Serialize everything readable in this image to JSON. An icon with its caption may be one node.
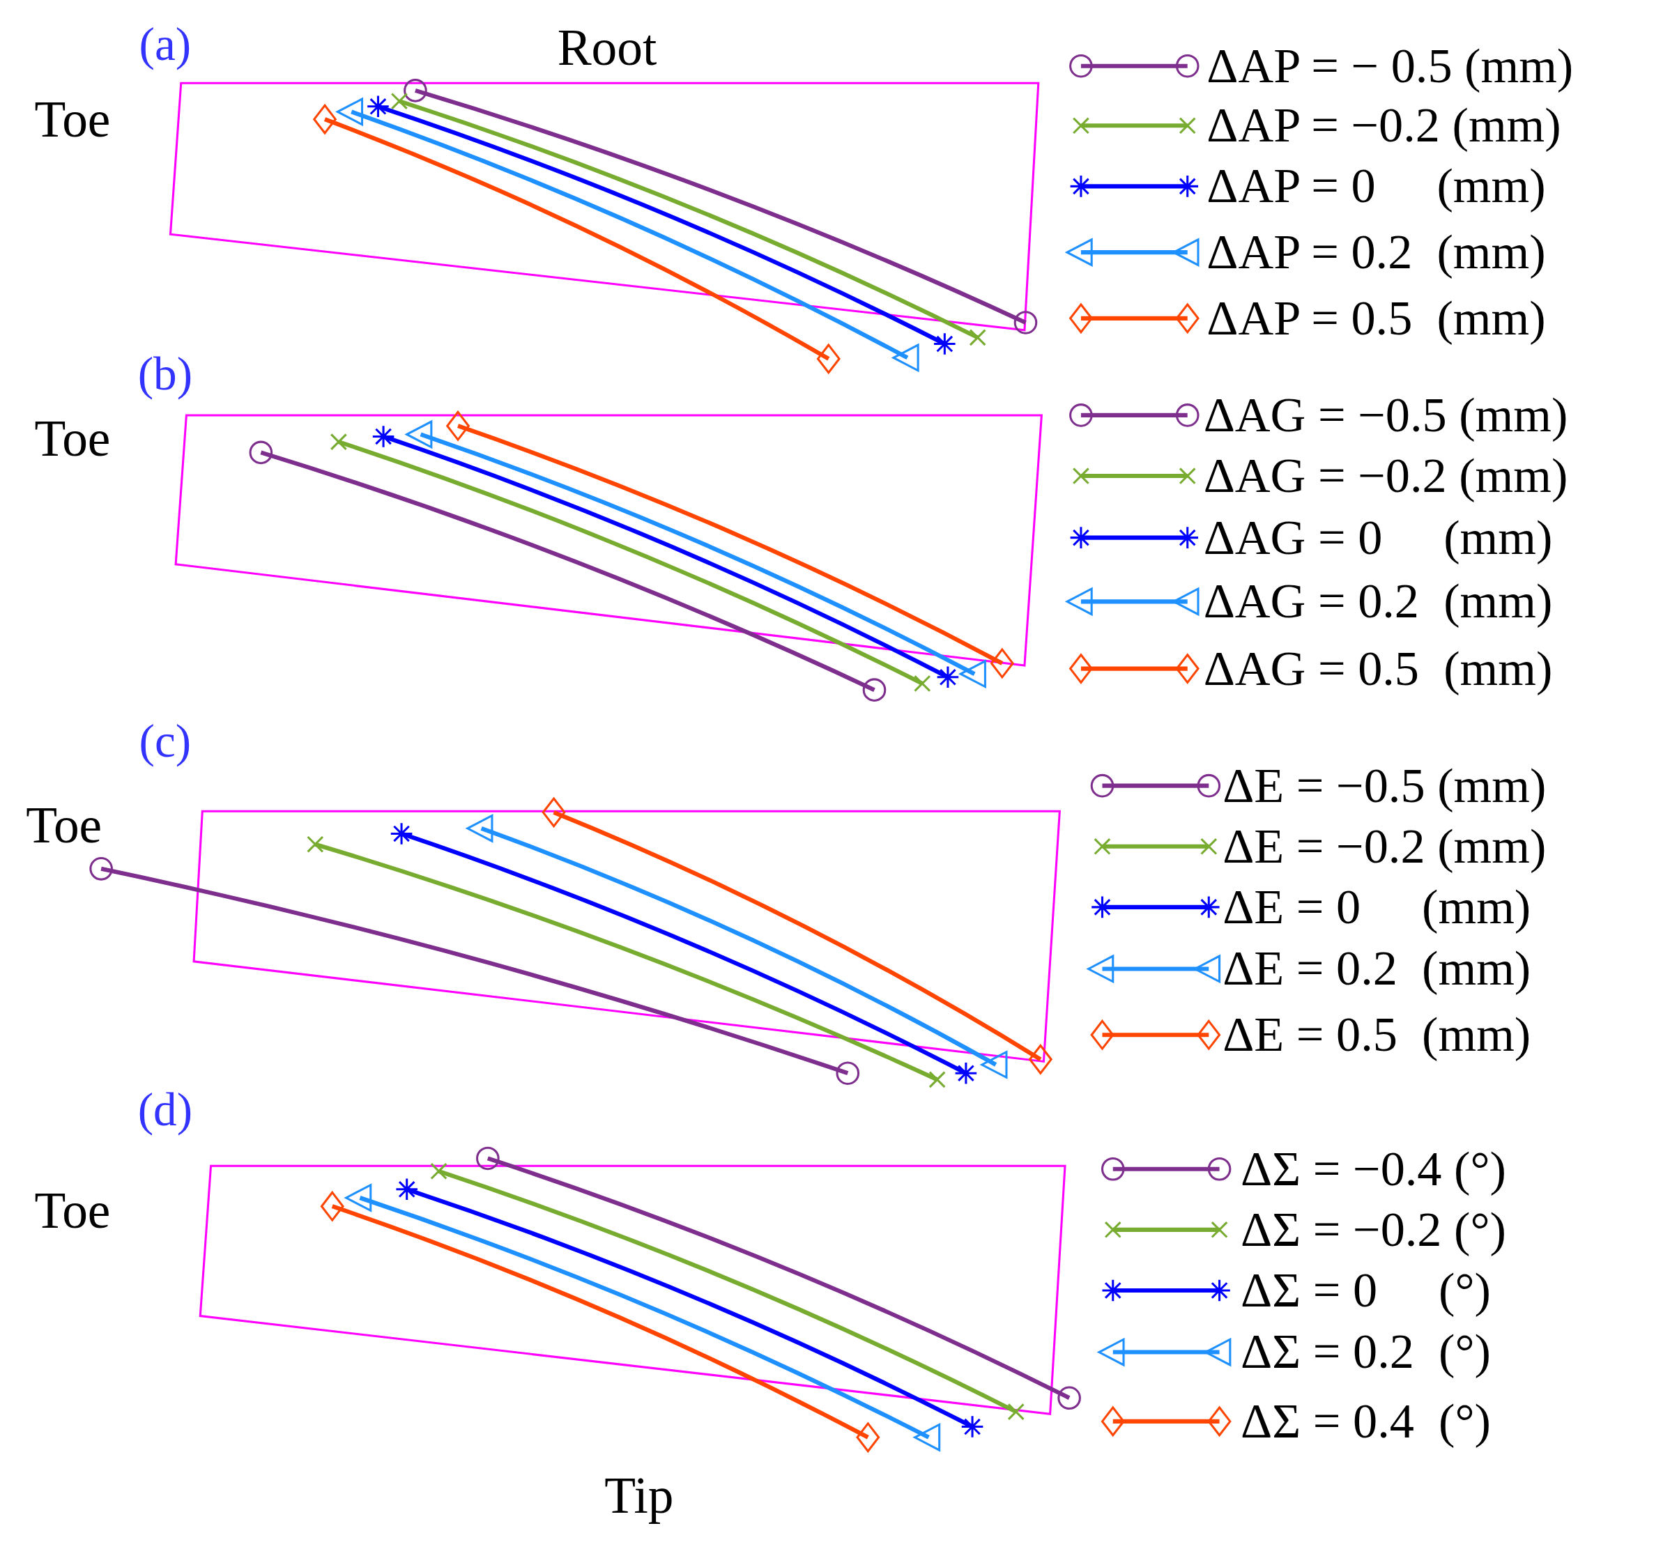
{
  "diagram": {
    "labels": [
      "(a)",
      "Root",
      "Toe",
      "(b)",
      "Toe",
      "(c)",
      "Toe",
      "(d)",
      "Toe",
      "Tip"
    ],
    "legend": [
      {
        "text": "ΔAP = − 0.5 (mm)"
      },
      {
        "text": "ΔAP = −0.2 (mm)"
      },
      {
        "text": "ΔAP = 0     (mm)"
      },
      {
        "text": "ΔAP = 0.2  (mm)"
      },
      {
        "text": "ΔAP = 0.5  (mm)"
      },
      {
        "text": "ΔAG = −0.5 (mm)"
      },
      {
        "text": "ΔAG = −0.2 (mm)"
      },
      {
        "text": "ΔAG = 0     (mm)"
      },
      {
        "text": "ΔAG = 0.2  (mm)"
      },
      {
        "text": "ΔAG = 0.5  (mm)"
      },
      {
        "text": "ΔE = −0.5 (mm)"
      },
      {
        "text": "ΔE = −0.2 (mm)"
      },
      {
        "text": "ΔE = 0     (mm)"
      },
      {
        "text": "ΔE = 0.2  (mm)"
      },
      {
        "text": "ΔE = 0.5  (mm)"
      },
      {
        "text": "ΔΣ = −0.4 (°)"
      },
      {
        "text": "ΔΣ = −0.2 (°)"
      },
      {
        "text": "ΔΣ = 0     (°)"
      },
      {
        "text": "ΔΣ = 0.2  (°)"
      },
      {
        "text": "ΔΣ = 0.4  (°)"
      }
    ]
  }
}
